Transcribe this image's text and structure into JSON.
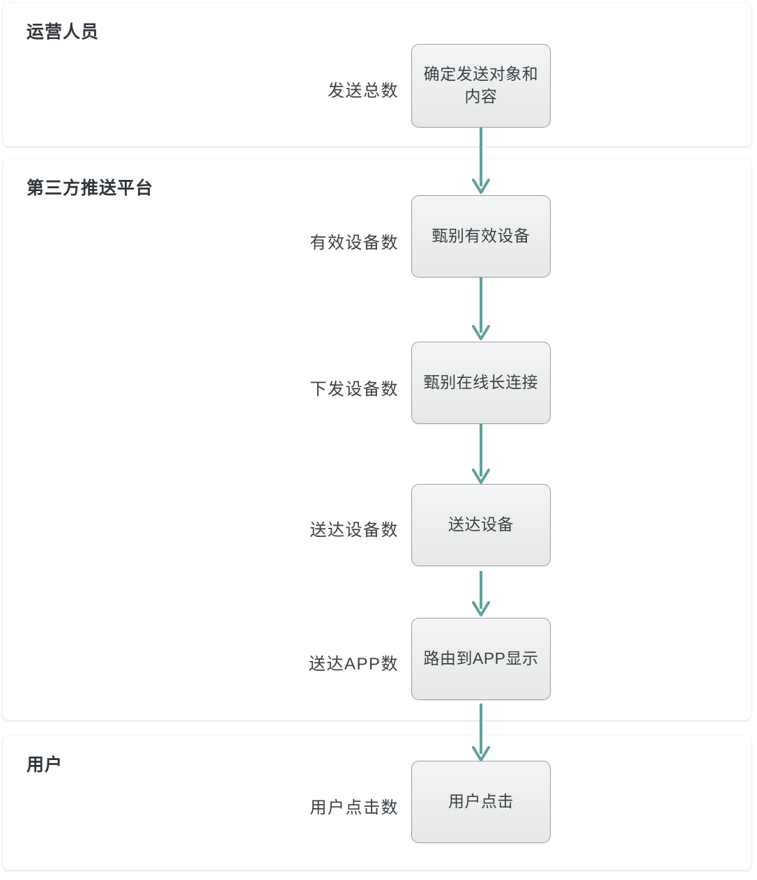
{
  "diagram": {
    "title_present": false,
    "accent_color": "#5ba39b",
    "node_border_color": "#9a9fa3",
    "node_fill_color": "#eceded",
    "lane_background": "#ffffff",
    "text_color": "#3b4146"
  },
  "lanes": [
    {
      "id": "ops",
      "title": "运营人员"
    },
    {
      "id": "platform",
      "title": "第三方推送平台"
    },
    {
      "id": "user",
      "title": "用户"
    }
  ],
  "steps": [
    {
      "id": "step-1",
      "lane": "ops",
      "metric": "发送总数",
      "node": "确定发送对象和内容"
    },
    {
      "id": "step-2",
      "lane": "platform",
      "metric": "有效设备数",
      "node": "甄别有效设备"
    },
    {
      "id": "step-3",
      "lane": "platform",
      "metric": "下发设备数",
      "node": "甄别在线长连接"
    },
    {
      "id": "step-4",
      "lane": "platform",
      "metric": "送达设备数",
      "node": "送达设备"
    },
    {
      "id": "step-5",
      "lane": "platform",
      "metric": "送达APP数",
      "node": "路由到APP显示"
    },
    {
      "id": "step-6",
      "lane": "user",
      "metric": "用户点击数",
      "node": "用户点击"
    }
  ],
  "connectors": [
    {
      "from": "step-1",
      "to": "step-2"
    },
    {
      "from": "step-2",
      "to": "step-3"
    },
    {
      "from": "step-3",
      "to": "step-4"
    },
    {
      "from": "step-4",
      "to": "step-5"
    },
    {
      "from": "step-5",
      "to": "step-6"
    }
  ]
}
